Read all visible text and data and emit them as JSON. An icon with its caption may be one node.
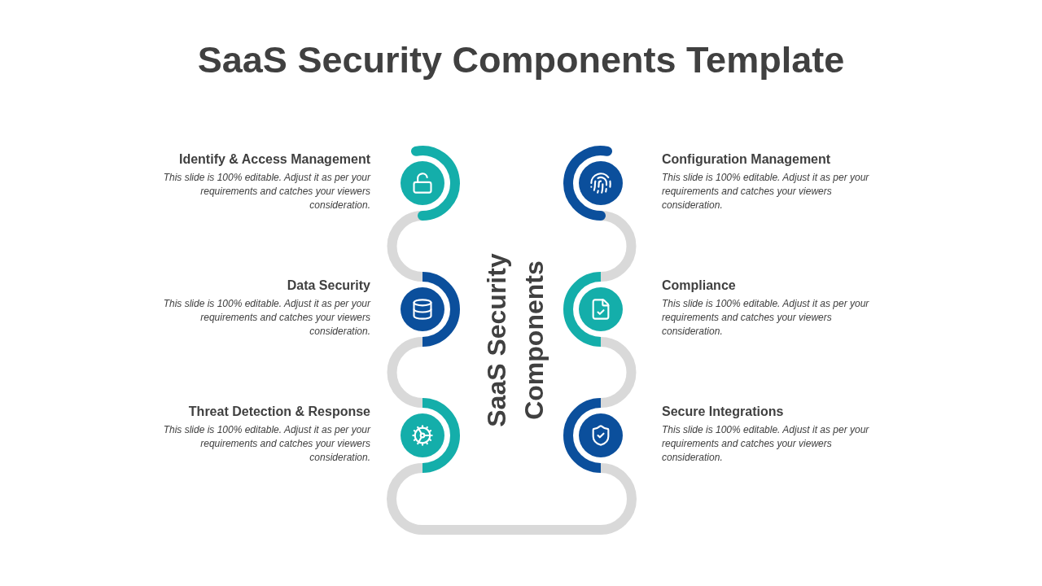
{
  "diagram": {
    "title": "SaaS Security Components Template",
    "nodes": [
      {
        "text": [],
        "shape": "circle",
        "beside": [
          "Identify & Access Management",
          "This slide is 100% editable. Adjust it as per your requirements and catches your viewers consideration."
        ]
      },
      {
        "text": [],
        "shape": "circle",
        "beside": [
          "Configuration Management",
          "This slide is 100% editable. Adjust it as per your requirements and catches your viewers consideration."
        ]
      },
      {
        "text": [],
        "shape": "circle",
        "beside": [
          "Data Security",
          "This slide is 100% editable. Adjust it as per your requirements and catches your viewers consideration."
        ]
      },
      {
        "text": [],
        "shape": "circle",
        "beside": [
          "Compliance",
          "This slide is 100% editable. Adjust it as per your requirements and catches your viewers consideration."
        ]
      },
      {
        "text": [],
        "shape": "circle",
        "beside": [
          "Threat Detection & Response",
          "This slide is 100% editable. Adjust it as per your requirements and catches your viewers consideration."
        ]
      },
      {
        "text": [],
        "shape": "circle",
        "beside": [
          "Secure Integrations",
          "This slide is 100% editable. Adjust it as per your requirements and catches your viewers consideration."
        ]
      }
    ],
    "edges": [
      {
        "from": 0,
        "to": 2,
        "arrow": "none"
      },
      {
        "from": 2,
        "to": 4,
        "arrow": "none"
      },
      {
        "from": 4,
        "to": 5,
        "arrow": "none"
      },
      {
        "from": 5,
        "to": 3,
        "arrow": "none"
      },
      {
        "from": 3,
        "to": 1,
        "arrow": "none"
      }
    ],
    "labels": [
      "SaaS Security Components"
    ]
  }
}
